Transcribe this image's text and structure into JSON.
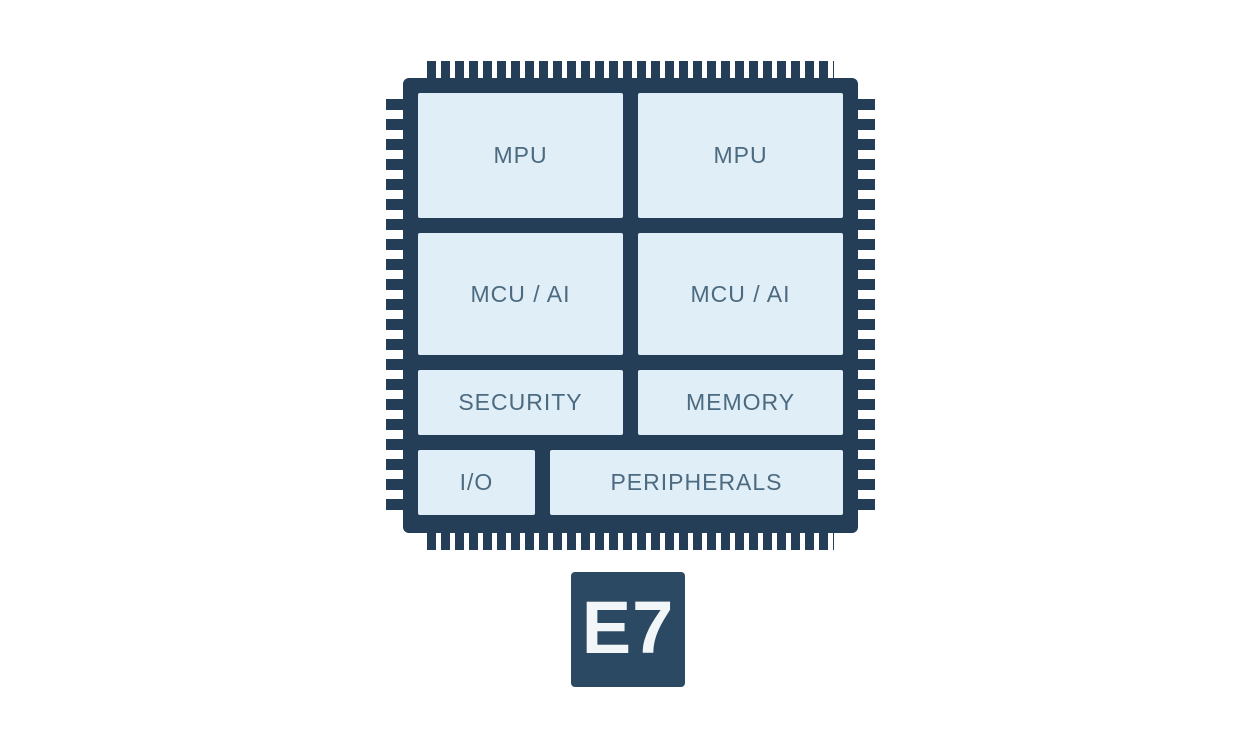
{
  "chip": {
    "blocks": [
      {
        "id": "mpu-left",
        "label": "MPU"
      },
      {
        "id": "mpu-right",
        "label": "MPU"
      },
      {
        "id": "mcu-ai-left",
        "label": "MCU / AI"
      },
      {
        "id": "mcu-ai-right",
        "label": "MCU / AI"
      },
      {
        "id": "security",
        "label": "SECURITY"
      },
      {
        "id": "memory",
        "label": "MEMORY"
      },
      {
        "id": "io",
        "label": "I/O"
      },
      {
        "id": "peripherals",
        "label": "PERIPHERALS"
      }
    ],
    "badge": {
      "label": "E7"
    }
  },
  "colors": {
    "chip_body": "#233E56",
    "block_fill": "#DFEEF7",
    "block_text": "#4C6A80",
    "badge_bg": "#2B4962",
    "badge_text": "#F2F6F9",
    "page_bg": "#FFFFFF"
  }
}
